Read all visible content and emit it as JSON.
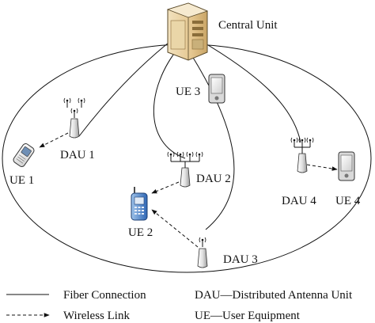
{
  "diagram": {
    "central_unit_label": "Central  Unit",
    "dau_labels": [
      "DAU 1",
      "DAU 2",
      "DAU 3",
      "DAU 4"
    ],
    "ue_labels": [
      "UE 1",
      "UE 2",
      "UE 3",
      "UE 4"
    ]
  },
  "legend": {
    "fiber_label": "Fiber Connection",
    "wireless_label": "Wireless Link",
    "dau_definition": "DAU—Distributed Antenna Unit",
    "ue_definition": "UE—User Equipment"
  },
  "icons": {
    "central_unit": "server-icon",
    "dau": "antenna-unit-icon",
    "ue": "mobile-phone-icon"
  }
}
